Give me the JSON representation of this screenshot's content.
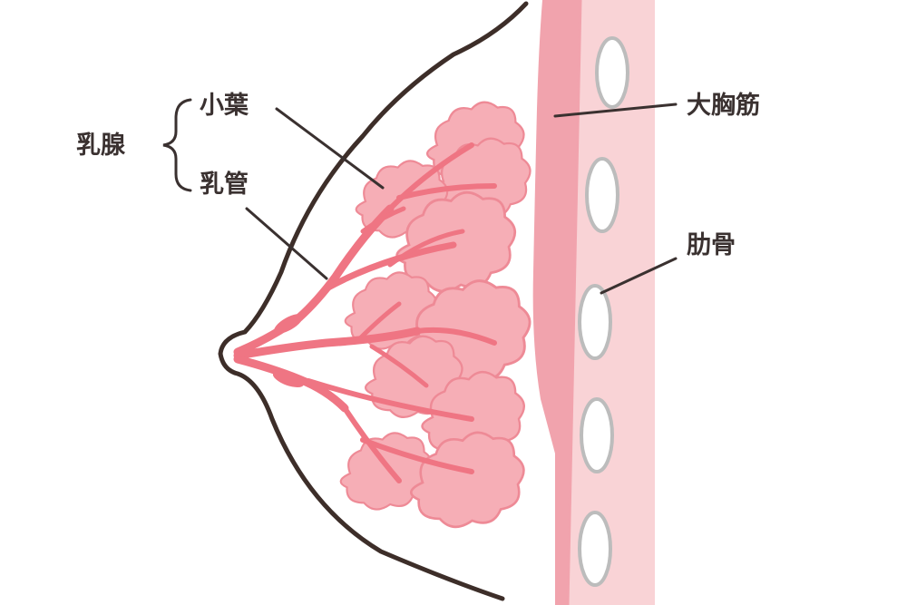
{
  "labels": {
    "mammary_gland": "乳腺",
    "lobule": "小葉",
    "lactiferous_duct": "乳管",
    "pectoralis_major": "大胸筋",
    "rib": "肋骨"
  },
  "colors": {
    "outline": "#3d2e29",
    "lobule_fill": "#f6aeb6",
    "lobule_stroke": "#ee8a96",
    "duct": "#ef7583",
    "muscle_light": "#f9d3d6",
    "muscle_dark": "#f1a3ad",
    "rib_fill": "#ffffff",
    "rib_stroke": "#bcbcbc",
    "text": "#3a3130",
    "leader": "#3a3130"
  },
  "icons": {
    "brace": "curly-brace-icon"
  }
}
